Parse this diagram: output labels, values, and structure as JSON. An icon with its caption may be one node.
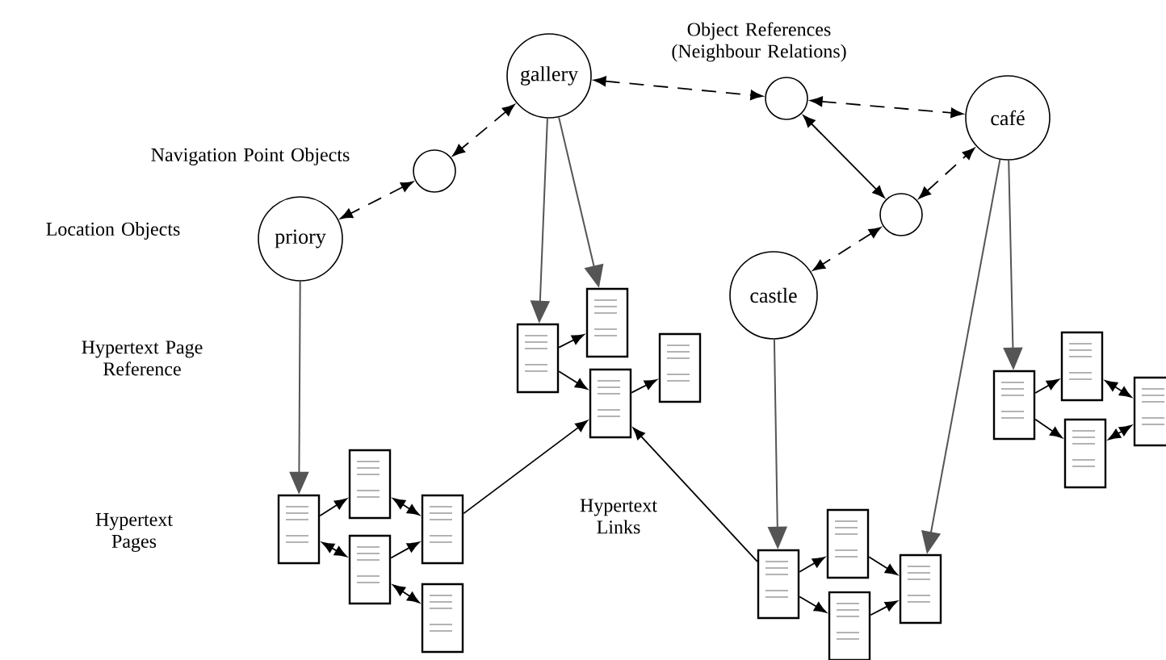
{
  "diagram": {
    "nodes": [
      {
        "text": [
          "gallery"
        ]
      },
      {
        "text": [],
        "shape": "circle"
      },
      {
        "text": [
          "priory"
        ]
      },
      {
        "text": [],
        "shape": "circle"
      },
      {
        "text": [
          "café"
        ]
      },
      {
        "text": [],
        "shape": "circle"
      },
      {
        "text": [
          "castle"
        ]
      },
      {
        "text": [],
        "shape": "box"
      },
      {
        "text": [],
        "shape": "box"
      },
      {
        "text": [],
        "shape": "box"
      },
      {
        "text": [],
        "shape": "box"
      },
      {
        "text": [],
        "shape": "box"
      },
      {
        "text": [],
        "shape": "box"
      },
      {
        "text": [],
        "shape": "box"
      },
      {
        "text": [],
        "shape": "box"
      },
      {
        "text": [],
        "shape": "box"
      },
      {
        "text": [],
        "shape": "box"
      },
      {
        "text": [],
        "shape": "box"
      },
      {
        "text": [],
        "shape": "box"
      },
      {
        "text": [],
        "shape": "box"
      },
      {
        "text": [],
        "shape": "box"
      },
      {
        "text": [],
        "shape": "box"
      },
      {
        "text": [],
        "shape": "box"
      },
      {
        "text": [],
        "shape": "box"
      }
    ],
    "edges": [
      {
        "from": 0,
        "to": 1,
        "arrow": "both",
        "style": "dashed"
      },
      {
        "from": 1,
        "to": 2,
        "arrow": "both",
        "style": "dashed"
      },
      {
        "from": 0,
        "to": 3,
        "arrow": "both",
        "style": "dashed"
      },
      {
        "from": 3,
        "to": 4,
        "arrow": "both",
        "style": "dashed"
      },
      {
        "from": 3,
        "to": 5,
        "arrow": "both"
      },
      {
        "from": 5,
        "to": 4,
        "arrow": "both",
        "style": "dashed"
      },
      {
        "from": 5,
        "to": 6,
        "arrow": "both",
        "style": "dashed"
      },
      {
        "from": 0,
        "to": 7,
        "arrow": "to",
        "color": "#555555"
      },
      {
        "from": 0,
        "to": 8,
        "arrow": "to",
        "color": "#555555"
      },
      {
        "from": 2,
        "to": 11,
        "arrow": "to",
        "color": "#555555"
      },
      {
        "from": 6,
        "to": 16,
        "arrow": "to",
        "color": "#555555"
      },
      {
        "from": 4,
        "to": 19,
        "arrow": "to",
        "color": "#555555"
      },
      {
        "from": 4,
        "to": 20,
        "arrow": "to",
        "color": "#555555"
      },
      {
        "from": 7,
        "to": 8,
        "arrow": "to"
      },
      {
        "from": 7,
        "to": 9,
        "arrow": "to"
      },
      {
        "from": 9,
        "to": 10,
        "arrow": "to"
      },
      {
        "from": 11,
        "to": 12,
        "arrow": "to"
      },
      {
        "from": 11,
        "to": 13,
        "arrow": "both"
      },
      {
        "from": 12,
        "to": 14,
        "arrow": "both"
      },
      {
        "from": 13,
        "to": 14,
        "arrow": "to"
      },
      {
        "from": 13,
        "to": 15,
        "arrow": "both"
      },
      {
        "from": 14,
        "to": 9,
        "arrow": "to"
      },
      {
        "from": 16,
        "to": 9,
        "arrow": "to"
      },
      {
        "from": 16,
        "to": 17,
        "arrow": "to"
      },
      {
        "from": 16,
        "to": 18,
        "arrow": "to"
      },
      {
        "from": 17,
        "to": 19,
        "arrow": "to"
      },
      {
        "from": 18,
        "to": 19,
        "arrow": "to"
      },
      {
        "from": 20,
        "to": 21,
        "arrow": "to"
      },
      {
        "from": 20,
        "to": 22,
        "arrow": "to"
      },
      {
        "from": 21,
        "to": 23,
        "arrow": "both"
      },
      {
        "from": 22,
        "to": 23,
        "arrow": "both"
      }
    ],
    "labels": [
      "Object References (Neighbour Relations)",
      "Navigation Point Objects",
      "Location Objects",
      "Hypertext Page Reference",
      "Hypertext Pages",
      "Hypertext Links"
    ]
  }
}
